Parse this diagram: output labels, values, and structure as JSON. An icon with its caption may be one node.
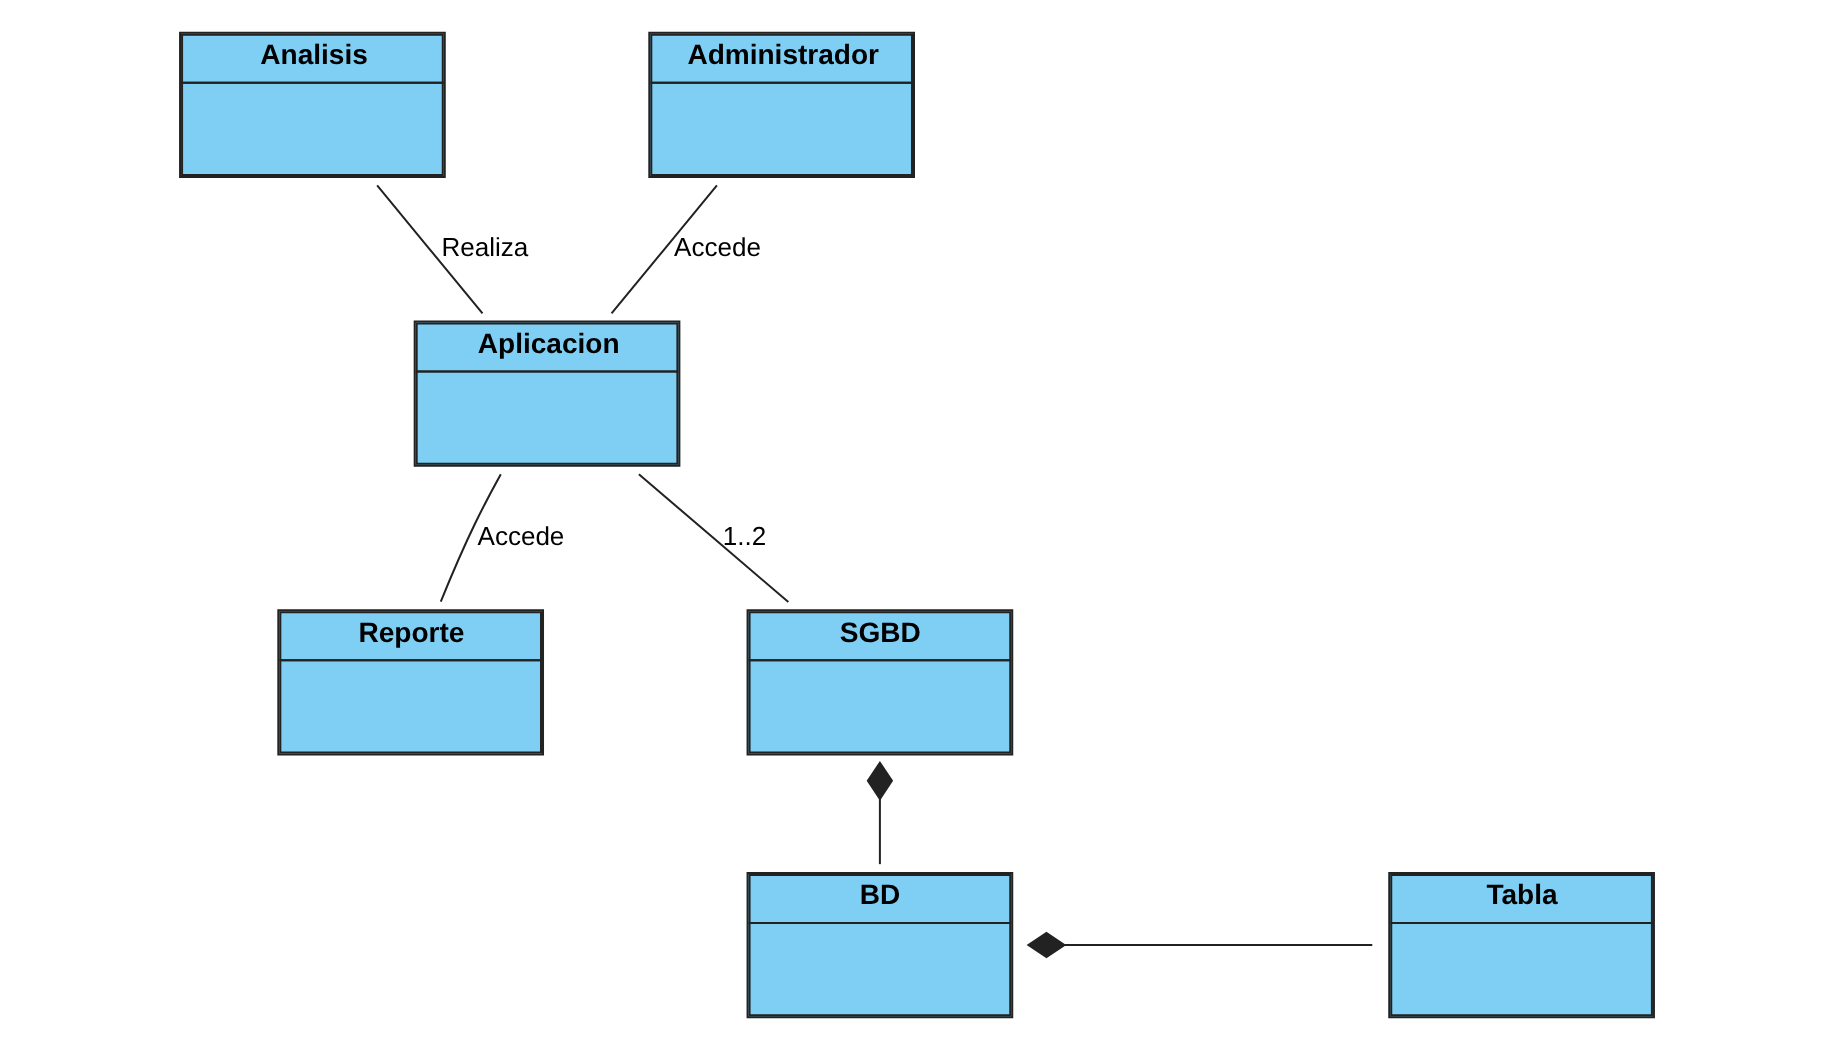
{
  "diagram": {
    "nodes": [
      {
        "text": [
          "Analisis"
        ]
      },
      {
        "text": [
          "Administrador"
        ]
      },
      {
        "text": [
          "Aplicacion"
        ]
      },
      {
        "text": [
          "Reporte"
        ]
      },
      {
        "text": [
          "SGBD"
        ]
      },
      {
        "text": [
          "Tabla"
        ]
      },
      {
        "text": [
          "BD"
        ]
      }
    ],
    "edges": [
      {
        "from": 0,
        "to": 2,
        "arrow": "none",
        "label": "Realiza"
      },
      {
        "from": 1,
        "to": 2,
        "arrow": "none",
        "label": "Accede"
      },
      {
        "from": 2,
        "to": 3,
        "arrow": "none",
        "label": "Accede"
      },
      {
        "from": 2,
        "to": 4,
        "arrow": "none",
        "label": "1..2"
      },
      {
        "from": 4,
        "to": 6,
        "arrow": "other"
      },
      {
        "from": 6,
        "to": 5,
        "arrow": "other"
      }
    ]
  }
}
